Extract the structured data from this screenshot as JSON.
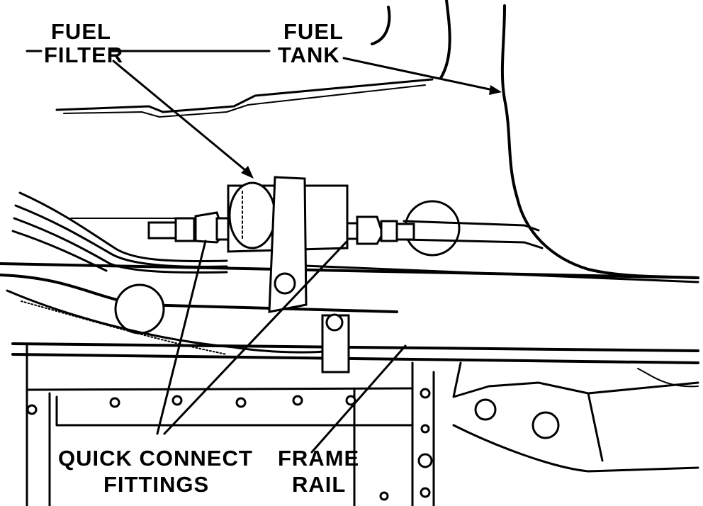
{
  "labels": {
    "fuel_filter": {
      "line1": "FUEL",
      "line2": "FILTER"
    },
    "fuel_tank": {
      "line1": "FUEL",
      "line2": "TANK"
    },
    "quick_connect": {
      "line1": "QUICK CONNECT",
      "line2": "FITTINGS"
    },
    "frame_rail": {
      "line1": "FRAME",
      "line2": "RAIL"
    }
  },
  "colors": {
    "ink": "#000000",
    "paper": "#ffffff"
  }
}
